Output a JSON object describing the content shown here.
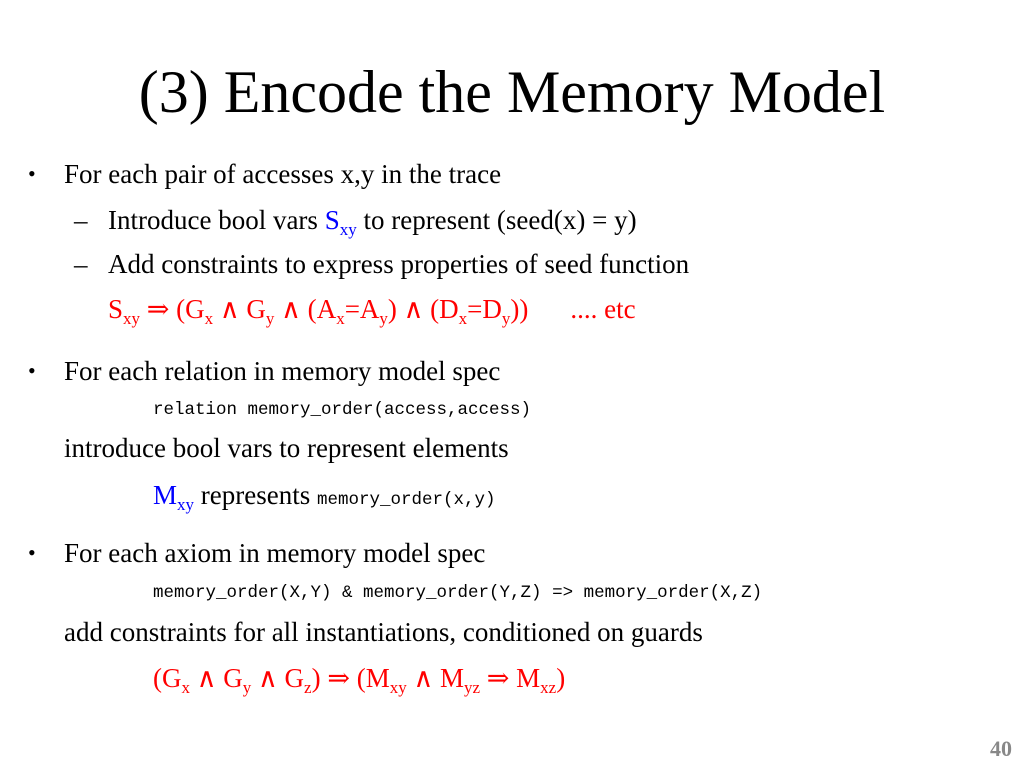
{
  "title": "(3) Encode the Memory Model",
  "b1": {
    "bullet": "•",
    "text": "For each pair of accesses x,y in the trace",
    "sub1": {
      "dash": "–",
      "text_pre": "Introduce bool vars ",
      "var_base": "S",
      "var_sub": "xy",
      "text_post": " to represent (seed(x) = y)"
    },
    "sub2": {
      "dash": "–",
      "text": "Add constraints to express properties of seed function"
    },
    "formula": {
      "s": "S",
      "s_sub": "xy",
      "implies": " ⇒ (",
      "g1": "G",
      "g1_sub": "x",
      "and1": " ∧ ",
      "g2": "G",
      "g2_sub": "y",
      "and2": " ∧ (",
      "a1": "A",
      "a1_sub": "x",
      "eq1": "=",
      "a2": "A",
      "a2_sub": "y",
      "and3": ") ∧ (",
      "d1": "D",
      "d1_sub": "x",
      "eq2": "=",
      "d2": "D",
      "d2_sub": "y",
      "close": "))",
      "etc": ".... etc"
    }
  },
  "b2": {
    "bullet": "•",
    "text": "For each relation in memory model spec",
    "code": "relation memory_order(access,access)",
    "text2": "introduce bool vars to represent elements",
    "m_base": "M",
    "m_sub": "xy",
    "represents": " represents ",
    "code2": "memory_order(x,y)"
  },
  "b3": {
    "bullet": "•",
    "text": "For each axiom in memory model spec",
    "code": "memory_order(X,Y) & memory_order(Y,Z) => memory_order(X,Z)",
    "text2": "add constraints for all instantiations, conditioned on guards",
    "formula": {
      "open": "(",
      "g1": "G",
      "g1_sub": "x",
      "and1": " ∧ ",
      "g2": "G",
      "g2_sub": "y",
      "and2": " ∧ ",
      "g3": "G",
      "g3_sub": "z",
      "implies": ") ⇒ (",
      "m1": "M",
      "m1_sub": "xy",
      "and3": " ∧ ",
      "m2": "M",
      "m2_sub": "yz",
      "implies2": " ⇒ ",
      "m3": "M",
      "m3_sub": "xz",
      "close": ")"
    }
  },
  "page_number": "40",
  "colors": {
    "accent_red": "#ff0000",
    "accent_blue": "#0000ff",
    "page_number": "#888888"
  }
}
